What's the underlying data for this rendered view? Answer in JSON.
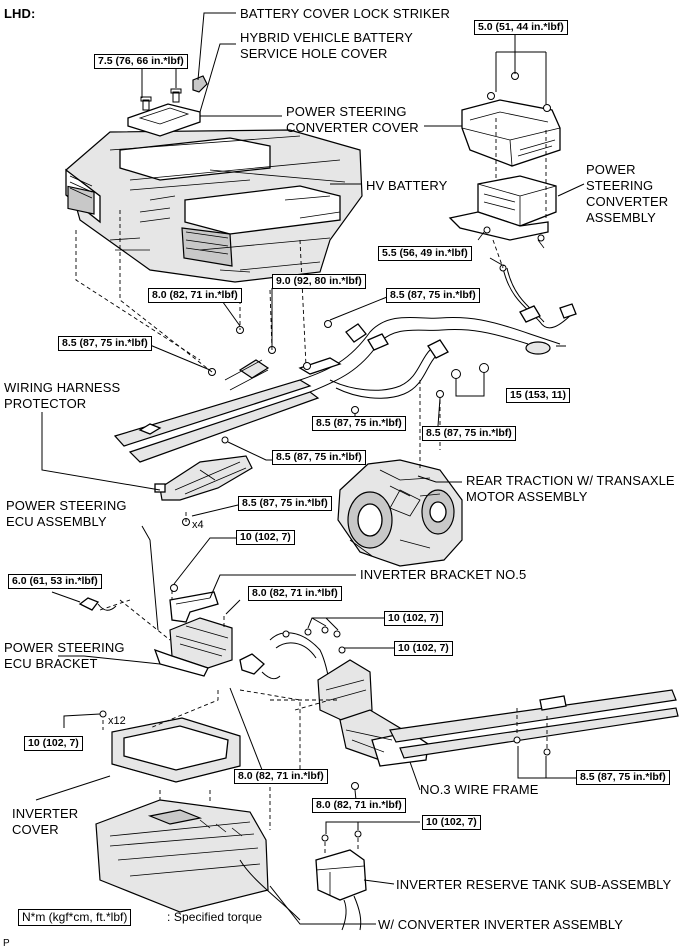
{
  "header": {
    "region": "LHD:"
  },
  "labels": {
    "battery_cover_lock_striker": "BATTERY COVER LOCK STRIKER",
    "hv_battery_service_hole_cover_l1": "HYBRID VEHICLE BATTERY",
    "hv_battery_service_hole_cover_l2": "SERVICE HOLE COVER",
    "ps_converter_cover_l1": "POWER STEERING",
    "ps_converter_cover_l2": "CONVERTER COVER",
    "ps_converter_assembly_l1": "POWER",
    "ps_converter_assembly_l2": "STEERING",
    "ps_converter_assembly_l3": "CONVERTER",
    "ps_converter_assembly_l4": "ASSEMBLY",
    "hv_battery": "HV BATTERY",
    "wiring_harness_protector_l1": "WIRING HARNESS",
    "wiring_harness_protector_l2": "PROTECTOR",
    "rear_traction_l1": "REAR TRACTION W/ TRANSAXLE",
    "rear_traction_l2": "MOTOR ASSEMBLY",
    "ps_ecu_assembly_l1": "POWER STEERING",
    "ps_ecu_assembly_l2": "ECU ASSEMBLY",
    "inverter_bracket_no5": "INVERTER BRACKET NO.5",
    "ps_ecu_bracket_l1": "POWER STEERING",
    "ps_ecu_bracket_l2": "ECU BRACKET",
    "inverter_cover_l1": "INVERTER",
    "inverter_cover_l2": "COVER",
    "no3_wire_frame": "NO.3 WIRE FRAME",
    "inverter_reserve_tank": "INVERTER RESERVE TANK SUB-ASSEMBLY",
    "converter_inverter_assembly": "W/ CONVERTER INVERTER ASSEMBLY"
  },
  "torques": {
    "t_service_cover": "7.5 (76, 66 in.*lbf)",
    "t_ps_cover": "5.0 (51, 44 in.*lbf)",
    "t_ps_conv": "5.5 (56, 49 in.*lbf)",
    "t_9_0": "9.0 (92, 80 in.*lbf)",
    "t_8_0_a": "8.0 (82, 71 in.*lbf)",
    "t_8_5_a": "8.5 (87, 75 in.*lbf)",
    "t_8_5_b": "8.5 (87, 75 in.*lbf)",
    "t_15": "15 (153, 11)",
    "t_8_5_c": "8.5 (87, 75 in.*lbf)",
    "t_8_5_d": "8.5 (87, 75 in.*lbf)",
    "t_8_5_e": "8.5 (87, 75 in.*lbf)",
    "t_8_5_f": "8.5 (87, 75 in.*lbf)",
    "t_10_a": "10 (102, 7)",
    "t_6_0": "6.0 (61, 53 in.*lbf)",
    "t_8_0_b": "8.0 (82, 71 in.*lbf)",
    "t_10_b": "10 (102, 7)",
    "t_10_c": "10 (102, 7)",
    "t_10_d": "10 (102, 7)",
    "t_8_0_c": "8.0 (82, 71 in.*lbf)",
    "t_8_0_d": "8.0 (82, 71 in.*lbf)",
    "t_8_5_g": "8.5 (87, 75 in.*lbf)",
    "t_10_e": "10 (102, 7)"
  },
  "counts": {
    "x4": "x4",
    "x12": "x12"
  },
  "legend": {
    "unit": "N*m (kgf*cm, ft.*lbf)",
    "text": ": Specified torque"
  },
  "footer": {
    "code": "P"
  }
}
